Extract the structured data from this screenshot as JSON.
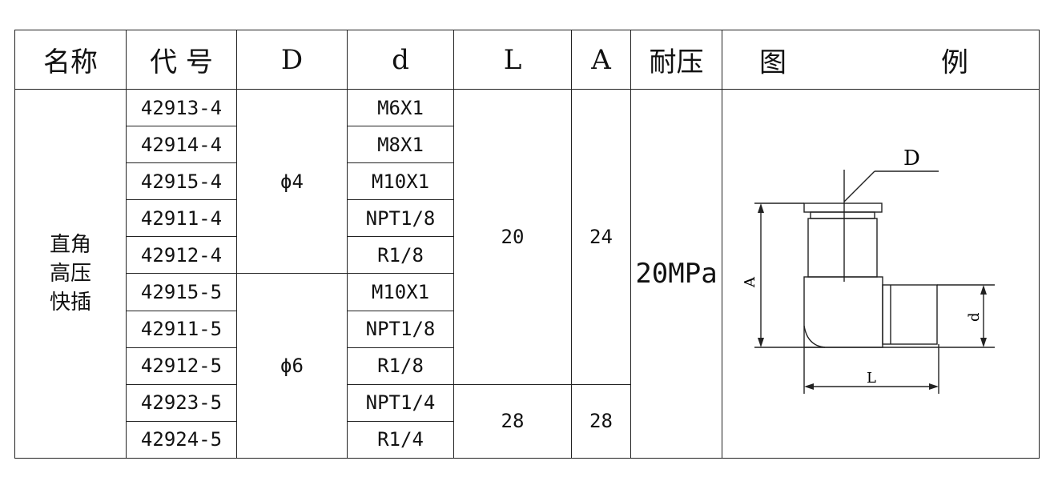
{
  "headers": {
    "name": "名称",
    "code": "代 号",
    "D": "D",
    "d": "d",
    "L": "L",
    "A": "A",
    "pressure": "耐压",
    "legend_left": "图",
    "legend_right": "例"
  },
  "product_name_lines": [
    "直角",
    "高压",
    "快插"
  ],
  "rows": [
    {
      "code": "42913-4",
      "thread": "M6X1"
    },
    {
      "code": "42914-4",
      "thread": "M8X1"
    },
    {
      "code": "42915-4",
      "thread": "M10X1"
    },
    {
      "code": "42911-4",
      "thread": "NPT1/8"
    },
    {
      "code": "42912-4",
      "thread": "R1/8"
    },
    {
      "code": "42915-5",
      "thread": "M10X1"
    },
    {
      "code": "42911-5",
      "thread": "NPT1/8"
    },
    {
      "code": "42912-5",
      "thread": "R1/8"
    },
    {
      "code": "42923-5",
      "thread": "NPT1/4"
    },
    {
      "code": "42924-5",
      "thread": "R1/4"
    }
  ],
  "D_groups": [
    "ϕ4",
    "ϕ6"
  ],
  "L_groups": [
    "20",
    "28"
  ],
  "A_groups": [
    "24",
    "28"
  ],
  "pressure_value": "20MPa",
  "diagram_labels": {
    "D": "D",
    "A": "A",
    "d": "d",
    "L": "L"
  }
}
